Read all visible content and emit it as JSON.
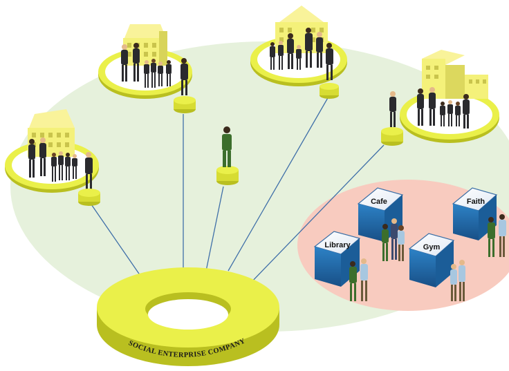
{
  "diagram": {
    "hub_label": "SOCIAL ENTERPRISE COMPANY",
    "facilities": [
      {
        "id": "cafe",
        "label": "Cafe"
      },
      {
        "id": "faith",
        "label": "Faith"
      },
      {
        "id": "library",
        "label": "Library"
      },
      {
        "id": "gym",
        "label": "Gym"
      }
    ],
    "colors": {
      "background_ellipse": "#e6f1dc",
      "facilities_zone": "#f8cbbf",
      "ring_yellow": "#eaf04a",
      "ring_shadow": "#b9bf20",
      "connector_line": "#3f6fa8",
      "box_blue": "#1f6fb0",
      "building_yellow": "#f4f17a",
      "figure_dark": "#2a2a2e",
      "figure_green": "#3c6e2c"
    }
  }
}
